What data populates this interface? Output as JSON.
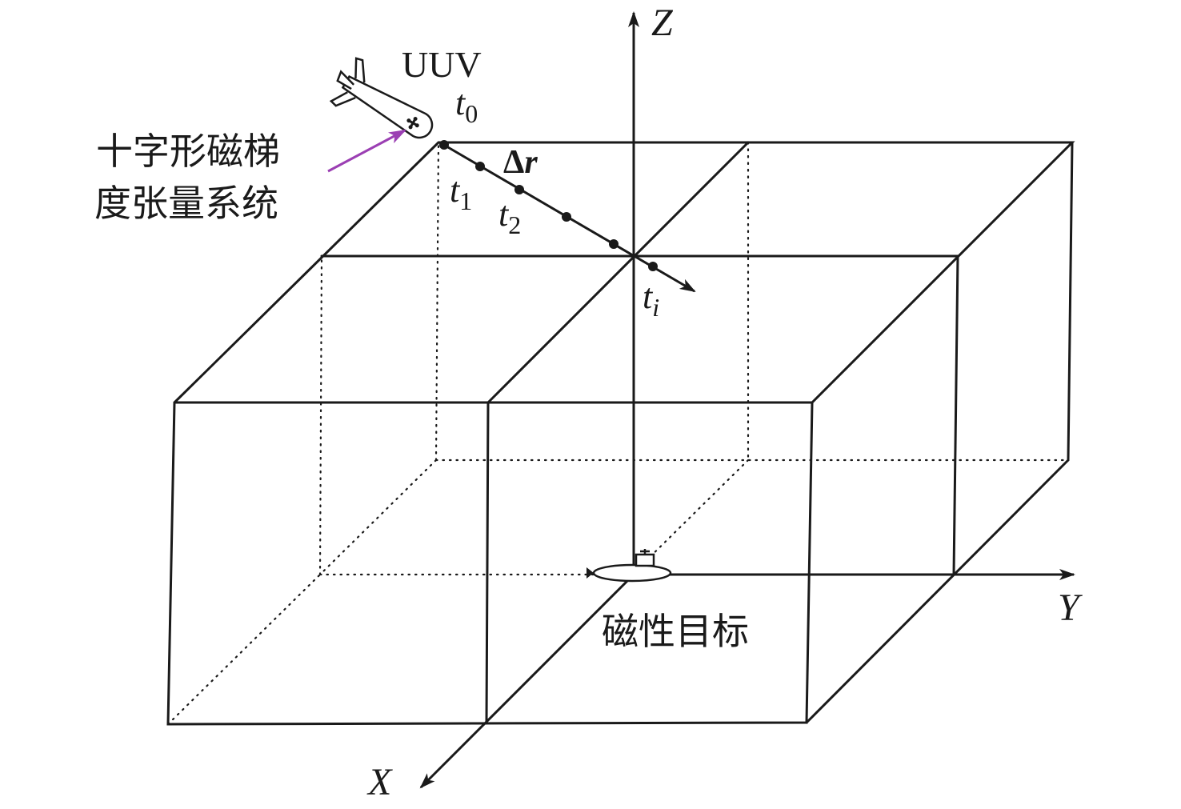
{
  "axes": {
    "z_label": "Z",
    "y_label": "Y",
    "x_label": "X"
  },
  "uuv": {
    "label": "UUV"
  },
  "sensor": {
    "label_line1": "十字形磁梯",
    "label_line2": "度张量系统",
    "arrow_color": "#9b3fb3"
  },
  "trajectory": {
    "t0_base": "t",
    "t0_sub": "0",
    "t1_base": "t",
    "t1_sub": "1",
    "t2_base": "t",
    "t2_sub": "2",
    "ti_base": "t",
    "ti_sub": "i",
    "delta_symbol": "Δ",
    "delta_var": "r"
  },
  "target": {
    "label": "磁性目标"
  },
  "colors": {
    "line": "#1a1a1a",
    "background": "#ffffff"
  }
}
